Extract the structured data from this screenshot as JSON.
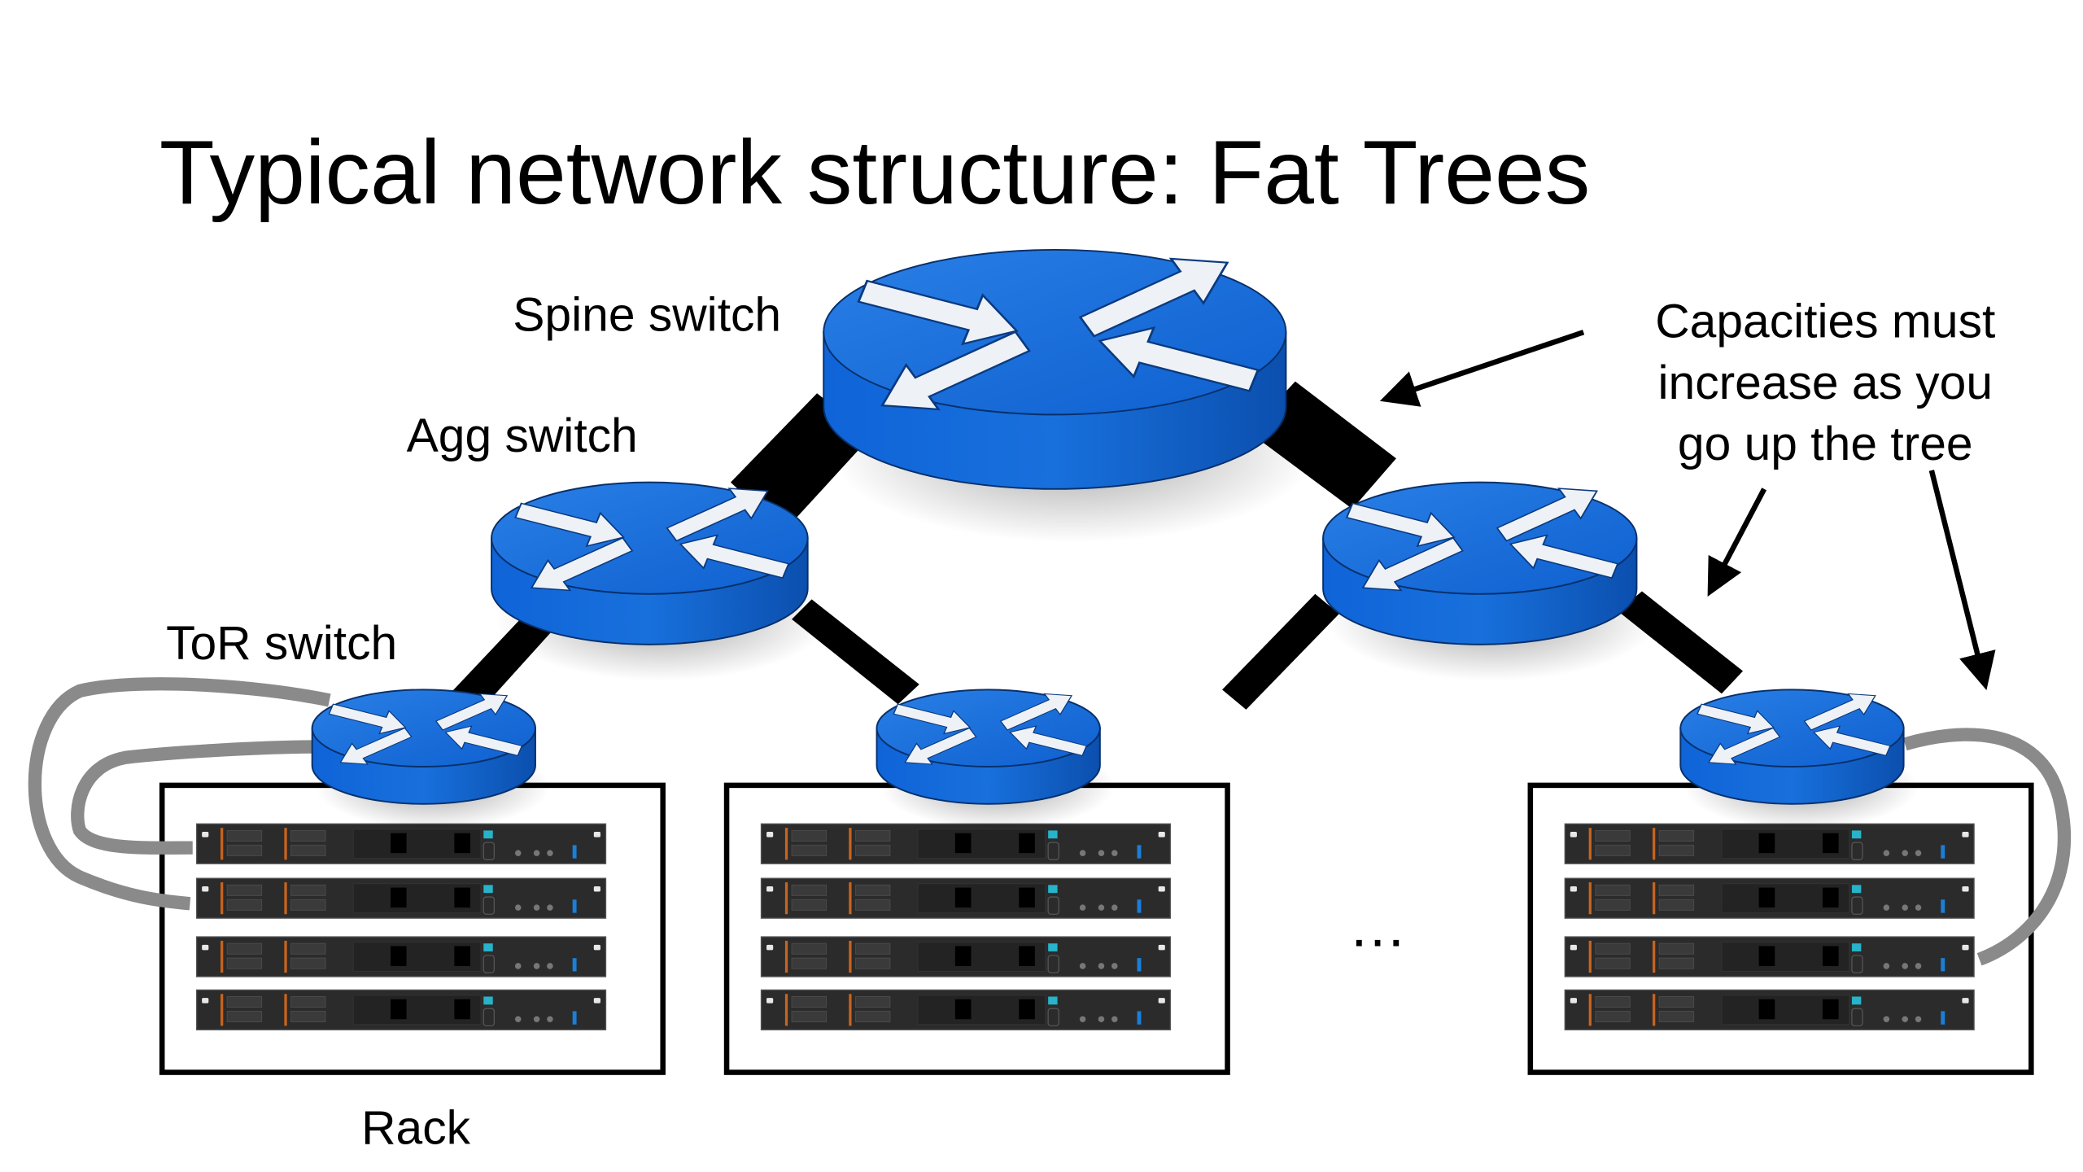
{
  "slide": {
    "title": "Typical network structure: Fat Trees"
  },
  "labels": {
    "spine": "Spine switch",
    "agg": "Agg switch",
    "tor": "ToR switch",
    "rack": "Rack",
    "ellipsis": "…"
  },
  "annotation": {
    "lines": [
      "Capacities must",
      "increase as you",
      "go up the tree"
    ]
  },
  "colors": {
    "switch_blue": "#1467d6",
    "switch_dark": "#0a4fae",
    "link_black": "#000000",
    "cable_gray": "#8a8a8a",
    "server_body": "#2b2b2b",
    "accent_orange": "#c8641e",
    "accent_cyan": "#27b3c9",
    "accent_blue": "#1a7fd8"
  },
  "topology": {
    "levels": [
      "Spine switch",
      "Agg switch",
      "ToR switch"
    ],
    "spine_count": 1,
    "agg_count": 2,
    "tor_count": 3,
    "racks_shown": 3,
    "servers_per_rack": 4
  }
}
